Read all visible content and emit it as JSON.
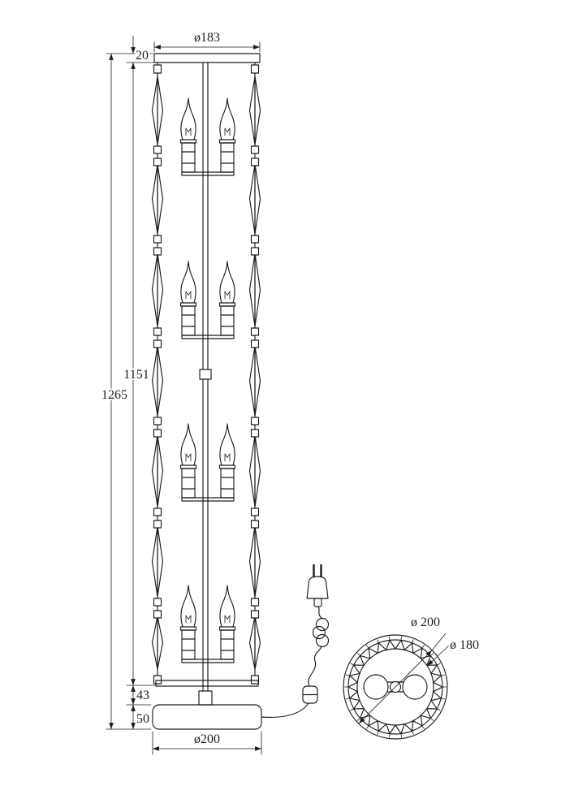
{
  "drawing": {
    "elevation": {
      "dim_top_diameter": "ø183",
      "dim_plate_thickness": "20",
      "dim_body_height": "1151",
      "dim_total_height": "1265",
      "dim_base_gap": "43",
      "dim_base_height": "50",
      "dim_base_diameter": "ø200"
    },
    "top_view": {
      "dim_outer_diameter": "ø 200",
      "dim_ring_diameter": "ø 180"
    }
  }
}
